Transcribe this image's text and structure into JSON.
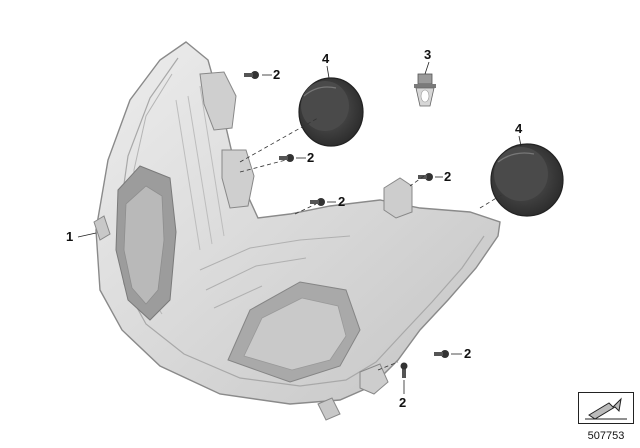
{
  "callouts": [
    {
      "id": "headlight-housing",
      "label": "1"
    },
    {
      "id": "screw-top",
      "label": "2"
    },
    {
      "id": "screw-upper-mid",
      "label": "2"
    },
    {
      "id": "screw-mid",
      "label": "2"
    },
    {
      "id": "screw-right",
      "label": "2"
    },
    {
      "id": "screw-lower-right",
      "label": "2"
    },
    {
      "id": "screw-bottom",
      "label": "2"
    },
    {
      "id": "bulb",
      "label": "3"
    },
    {
      "id": "cap-left",
      "label": "4"
    },
    {
      "id": "cap-right",
      "label": "4"
    }
  ],
  "reference_number": "507753"
}
